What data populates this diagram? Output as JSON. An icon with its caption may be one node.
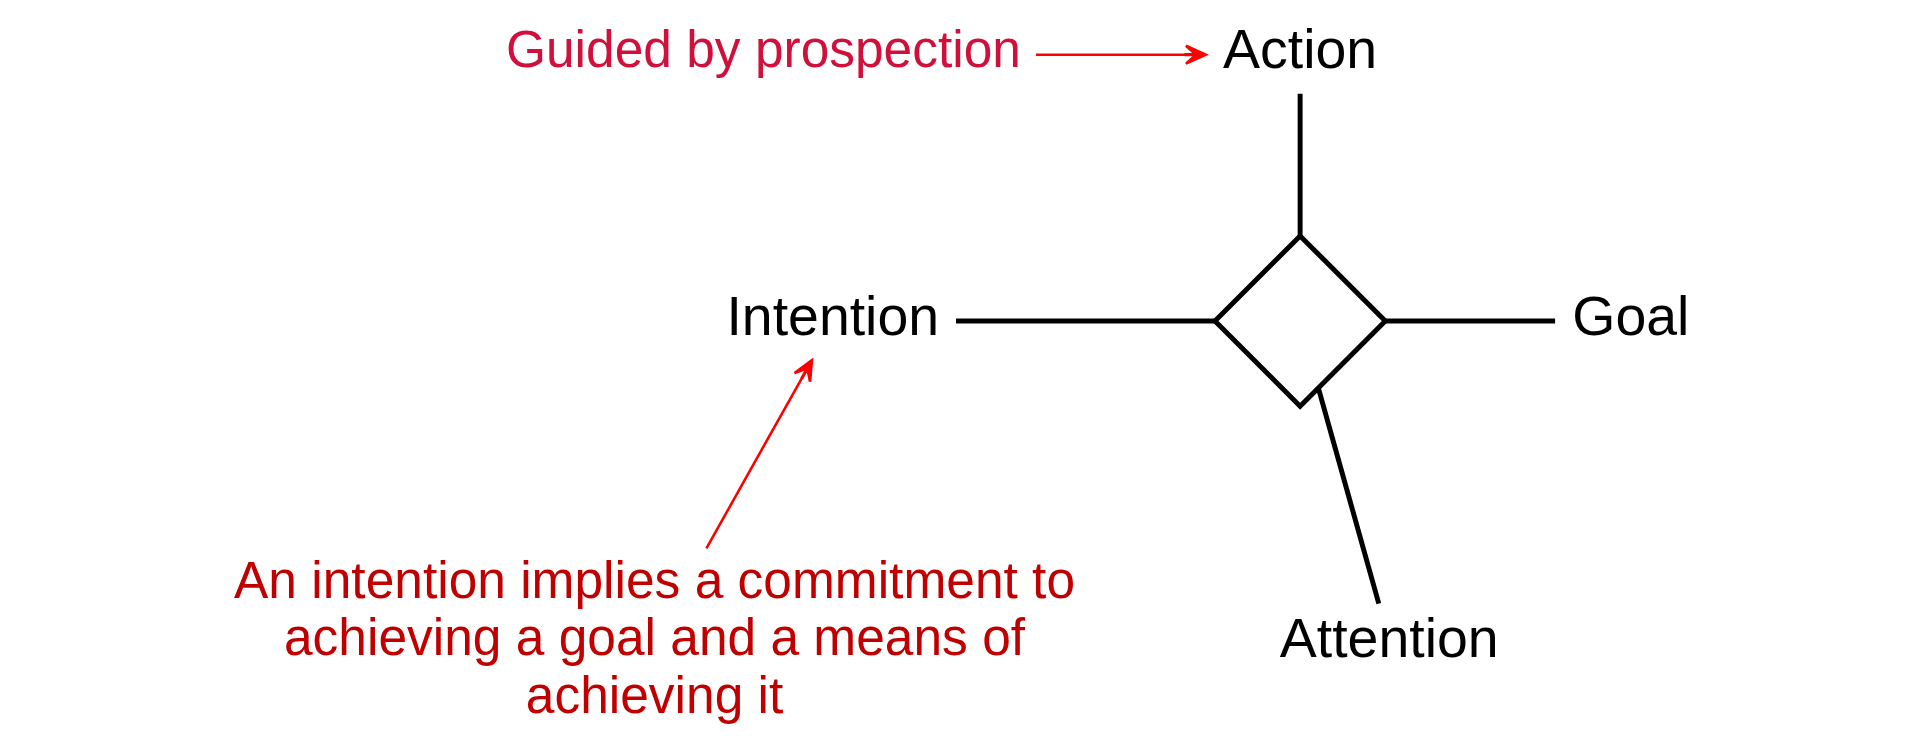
{
  "diagram": {
    "nodes": [
      {
        "text": [
          "Guided by prospection"
        ]
      },
      {
        "text": [
          "Action"
        ]
      },
      {
        "text": [
          "Intention"
        ]
      },
      {
        "text": [],
        "shape": "diamond"
      },
      {
        "text": [
          "Goal"
        ]
      },
      {
        "text": [
          "An intention implies a commitment to achieving a goal and a means of achieving it"
        ]
      },
      {
        "text": [
          "Attention"
        ]
      }
    ],
    "edges": [
      {
        "from": 0,
        "to": 1,
        "arrow": "to",
        "color": "#ff0000"
      },
      {
        "from": 1,
        "to": 3,
        "arrow": "none"
      },
      {
        "from": 2,
        "to": 3,
        "arrow": "none"
      },
      {
        "from": 3,
        "to": 4,
        "arrow": "none"
      },
      {
        "from": 3,
        "to": 6,
        "arrow": "none"
      },
      {
        "from": 5,
        "to": 2,
        "arrow": "to",
        "color": "#ff0000"
      }
    ]
  }
}
